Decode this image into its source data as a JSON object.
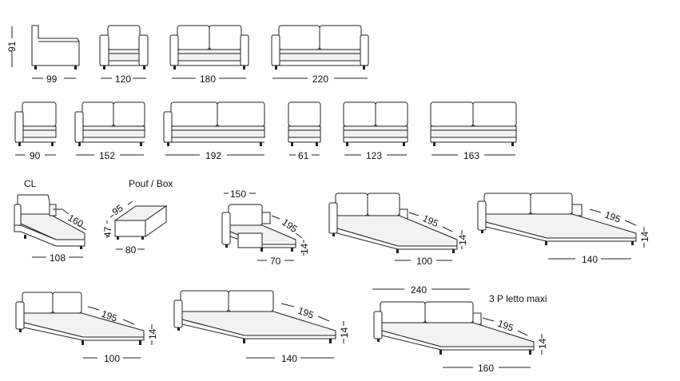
{
  "row1": {
    "height_label": "91",
    "widths": [
      "99",
      "120",
      "180",
      "220"
    ]
  },
  "row2": {
    "widths": [
      "90",
      "152",
      "192",
      "61",
      "123",
      "163"
    ]
  },
  "row3": {
    "cl_title": "CL",
    "cl_depth": "160",
    "cl_width": "108",
    "pouf_title": "Pouf / Box",
    "pouf_depth": "95",
    "pouf_height": "47",
    "pouf_width": "80",
    "bed1": {
      "top": "150",
      "length": "195",
      "height": "14",
      "width": "70"
    },
    "bed2": {
      "length": "195",
      "height": "14",
      "width": "100"
    },
    "bed3": {
      "length": "195",
      "height": "14",
      "width": "140"
    }
  },
  "row4": {
    "bed1": {
      "length": "195",
      "height": "14",
      "width": "100"
    },
    "bed2": {
      "length": "195",
      "height": "14",
      "width": "140"
    },
    "bed3": {
      "title": "3 P letto maxi",
      "top": "240",
      "length": "195",
      "height": "14",
      "width": "160"
    }
  }
}
